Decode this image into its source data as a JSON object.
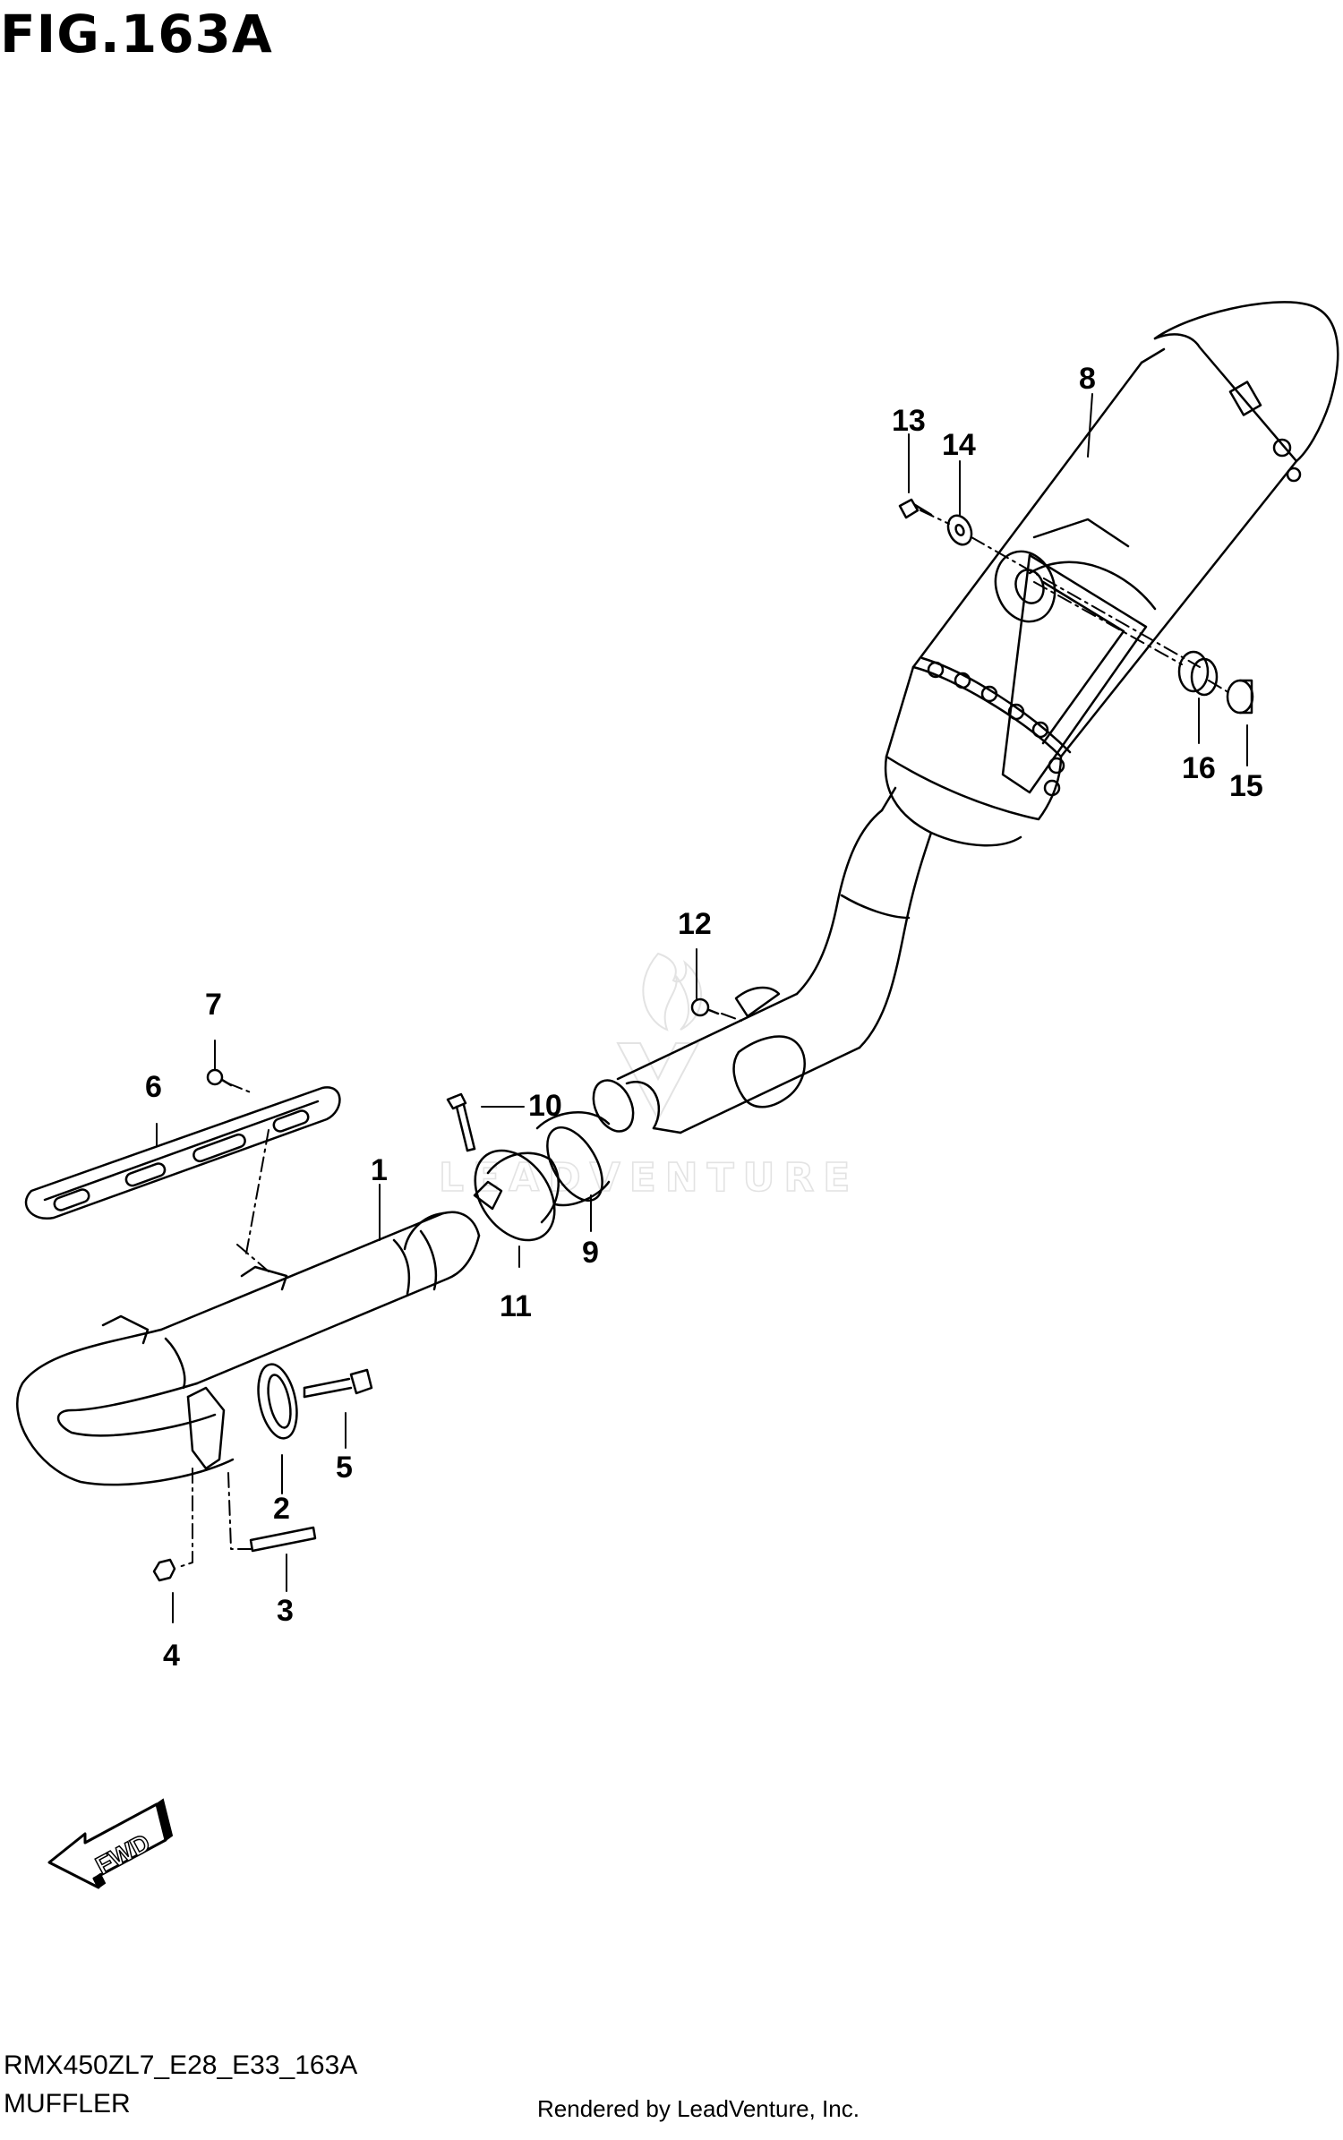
{
  "figure": {
    "title": "FIG.163A",
    "model_code": "RMX450ZL7_E28_E33_163A",
    "section_name": "MUFFLER",
    "rendered_by": "Rendered by LeadVenture, Inc."
  },
  "watermark": {
    "text": "LEADVENTURE"
  },
  "fwd_arrow": {
    "label": "FWD"
  },
  "callouts": {
    "c1": "1",
    "c2": "2",
    "c3": "3",
    "c4": "4",
    "c5": "5",
    "c6": "6",
    "c7": "7",
    "c8": "8",
    "c9": "9",
    "c10": "10",
    "c11": "11",
    "c12": "12",
    "c13": "13",
    "c14": "14",
    "c15": "15",
    "c16": "16"
  },
  "colors": {
    "line": "#000000",
    "watermark": "#e3e3e3",
    "background": "#ffffff"
  }
}
